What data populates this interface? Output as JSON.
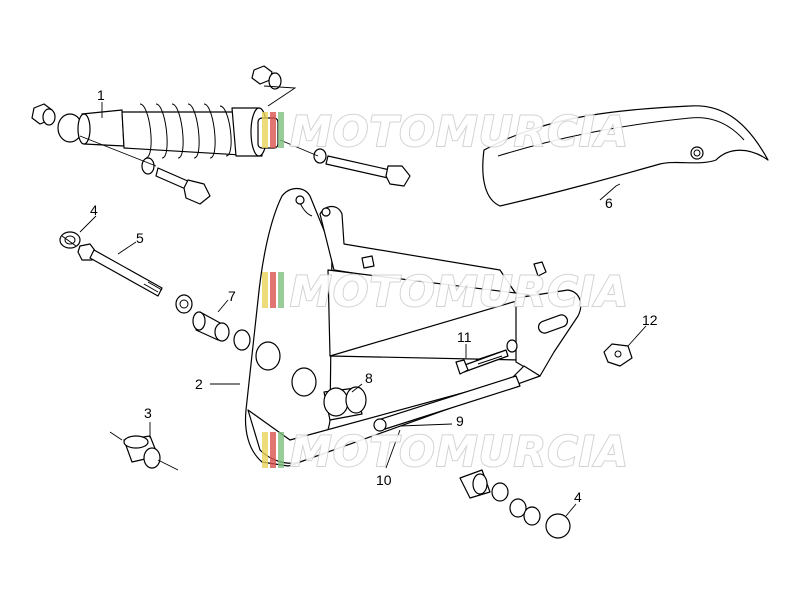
{
  "watermark": {
    "text": "MOTOMURCIA",
    "colors": [
      "#e8d35a",
      "#d9534f",
      "#7fbf7f"
    ]
  },
  "callouts": [
    {
      "id": "1",
      "label": "1"
    },
    {
      "id": "2",
      "label": "2"
    },
    {
      "id": "3",
      "label": "3"
    },
    {
      "id": "4a",
      "label": "4"
    },
    {
      "id": "4b",
      "label": "4"
    },
    {
      "id": "5",
      "label": "5"
    },
    {
      "id": "6",
      "label": "6"
    },
    {
      "id": "7",
      "label": "7"
    },
    {
      "id": "8",
      "label": "8"
    },
    {
      "id": "9",
      "label": "9"
    },
    {
      "id": "10",
      "label": "10"
    },
    {
      "id": "11",
      "label": "11"
    },
    {
      "id": "12",
      "label": "12"
    }
  ]
}
